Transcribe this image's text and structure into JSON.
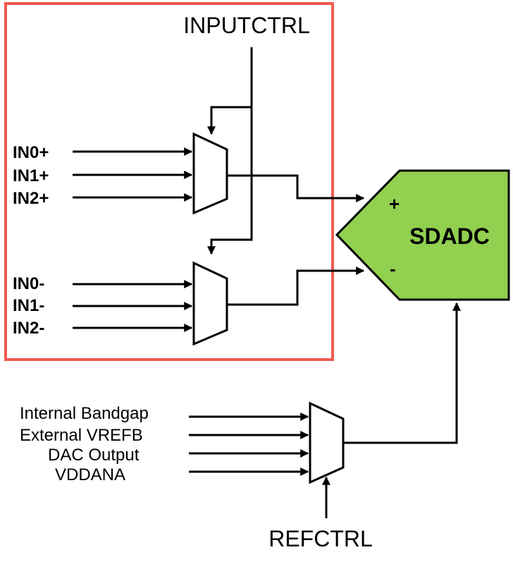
{
  "title": "INPUTCTRL",
  "adc": {
    "label": "SDADC",
    "plus": "+",
    "minus": "-",
    "fill_color": "#92d050"
  },
  "highlight_color": "#f05a50",
  "positive_inputs": [
    "IN0+",
    "IN1+",
    "IN2+"
  ],
  "negative_inputs": [
    "IN0-",
    "IN1-",
    "IN2-"
  ],
  "reference_inputs": [
    "Internal Bandgap",
    "External VREFB",
    "DAC Output",
    "VDDANA"
  ],
  "reference_control": "REFCTRL"
}
